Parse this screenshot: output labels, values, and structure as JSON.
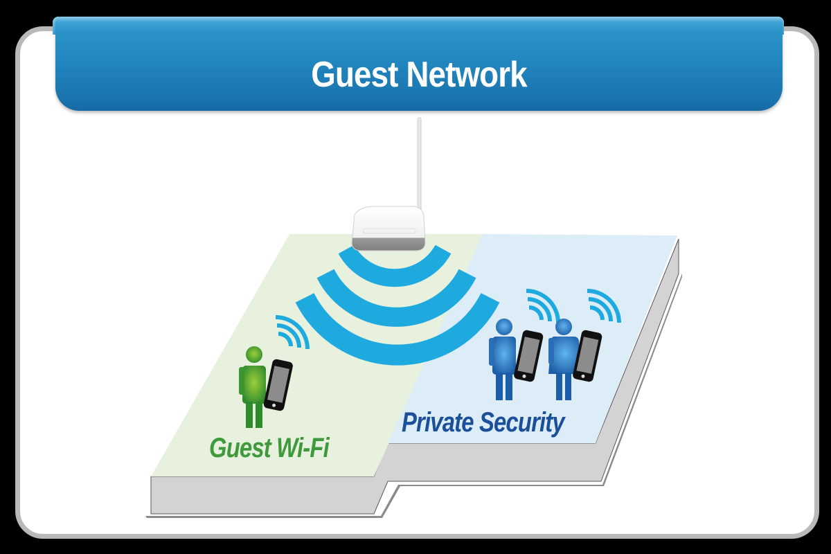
{
  "header": {
    "title": "Guest Network"
  },
  "zones": {
    "guest": {
      "label": "Guest Wi-Fi",
      "color": "#3f9a3d",
      "fill": "#e8f1de",
      "users": 1
    },
    "private": {
      "label": "Private Security",
      "color": "#1c4f9a",
      "fill": "#dcedf8",
      "users": 2
    }
  },
  "devices": {
    "router": {
      "icon": "wireless-router-icon"
    },
    "signal": {
      "icon": "wifi-signal-icon",
      "color": "#1eaadf"
    },
    "phone": {
      "icon": "smartphone-icon"
    }
  },
  "colors": {
    "banner": "#2388c0",
    "frame_border": "#b9b9b9",
    "background": "#000000",
    "platform_side": "#cfcfcf"
  }
}
